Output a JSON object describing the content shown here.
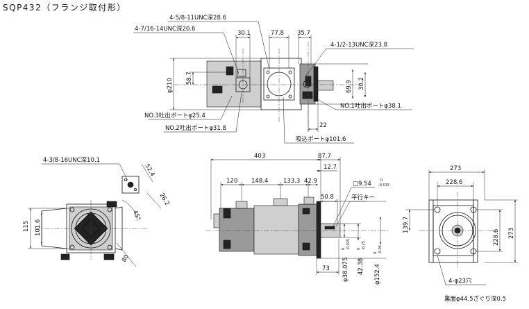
{
  "title": "SQP432（フランジ取付形）",
  "top_view": {
    "callouts": {
      "port_thread_a": "4-5/8-11UNC深28.6",
      "port_thread_b": "4-7/16-14UNC深20.6",
      "mount_thread": "4-1/2-13UNC深23.8",
      "outlet_3": "NO.3吐出ポートφ25.4",
      "outlet_2": "NO.2吐出ポートφ31.8",
      "outlet_1": "NO.1吐出ポートφ38.1",
      "suction": "吸込ポートφ101.6"
    },
    "dims": {
      "d301": "30.1",
      "d778": "77.8",
      "d357": "35.7",
      "d210": "φ210",
      "d587": "58.7",
      "d699": "69.9",
      "d302": "30.2",
      "d22": "22"
    }
  },
  "left_view": {
    "callouts": {
      "thread": "4-3/8-16UNC深10.1"
    },
    "dims": {
      "d524": "52.4",
      "d262": "26.2",
      "d45": "45°",
      "d115": "115",
      "d1016": "101.6",
      "d80": "80"
    }
  },
  "side_view": {
    "dims": {
      "d403": "403",
      "d877": "87.7",
      "d127": "12.7",
      "d120": "120",
      "d1484": "148.4",
      "d1333": "133.3",
      "d429": "42.9",
      "d508": "50.8",
      "d73": "73",
      "sq": "□9.54",
      "sq_tol_hi": "0",
      "sq_tol_lo": "-0.015",
      "key": "平行キー",
      "d38": "φ38.075",
      "d38_tol_hi": "0",
      "d38_tol_lo": "-0.025",
      "d42": "42.38",
      "d42_tol_hi": "0",
      "d42_tol_lo": "-0.25",
      "d152": "φ152.4",
      "d152_tol_hi": "0",
      "d152_tol_lo": "-0.05"
    }
  },
  "right_view": {
    "dims": {
      "d273": "273",
      "d2286": "228.6",
      "d1397": "139.7",
      "d2286v": "228.6",
      "d273v": "273"
    },
    "callouts": {
      "holes": "4-φ23穴",
      "spotface": "裏面φ44.5ざぐり深0.5"
    }
  }
}
